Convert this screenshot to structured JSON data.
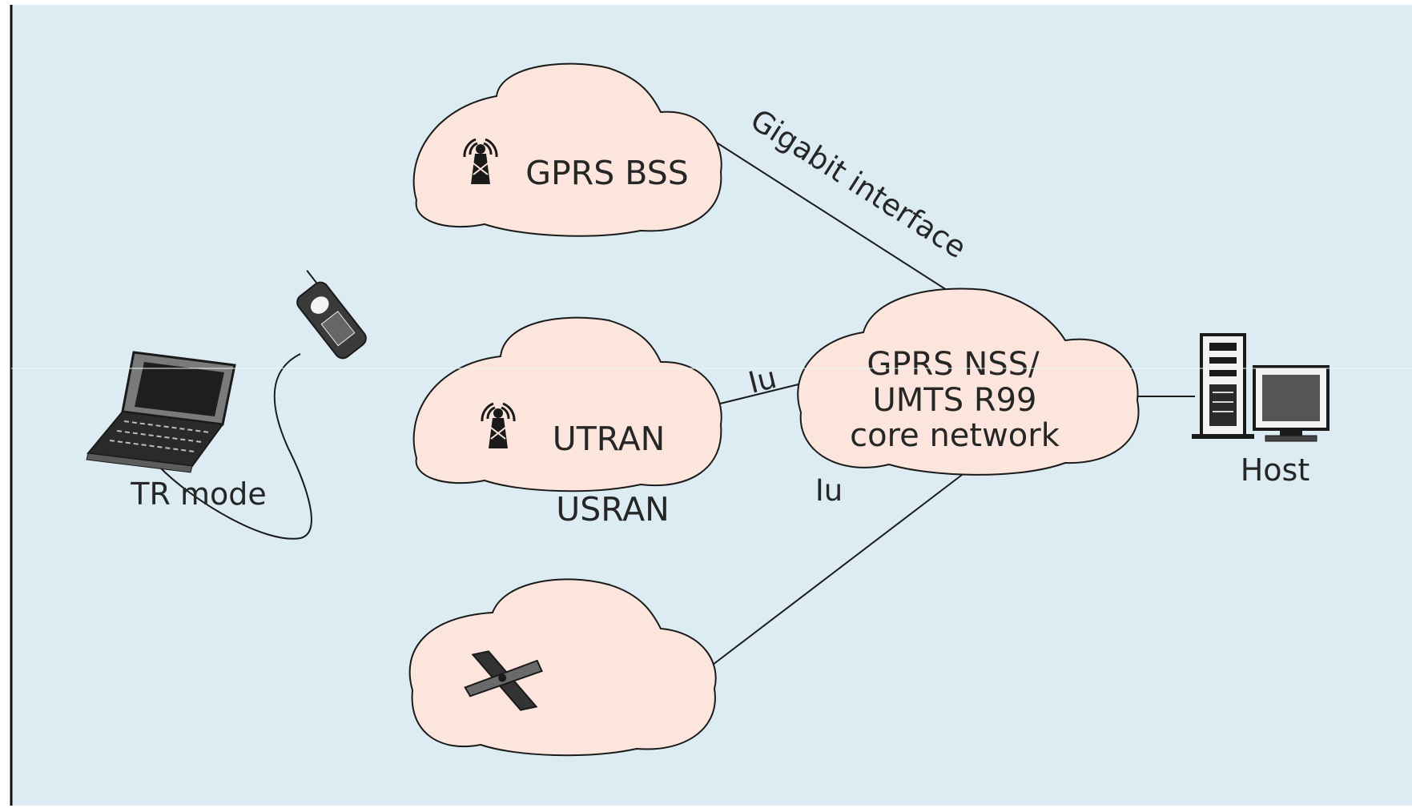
{
  "colors": {
    "background": "#ddecf3",
    "cloud_fill": "#fbe5dc",
    "outline": "#1a1a1a",
    "text": "#262626",
    "frame": "#111111"
  },
  "clouds": {
    "gprs_bss": {
      "label": "GPRS BSS",
      "icon": "antenna-tower-icon"
    },
    "utran": {
      "label": "UTRAN",
      "caption": "USRAN",
      "icon": "antenna-tower-icon"
    },
    "core": {
      "line1": "GPRS NSS/",
      "line2": "UMTS R99",
      "line3": "core network"
    },
    "satellite": {
      "icon": "satellite-icon"
    }
  },
  "links": {
    "gigabit": "Gigabit interface",
    "iu_utran": "Iu",
    "iu_satellite": "Iu"
  },
  "devices": {
    "laptop": {
      "label": "TR mode",
      "icon": "laptop-icon"
    },
    "phone": {
      "icon": "mobile-phone-icon"
    },
    "host": {
      "label": "Host",
      "icon": "server-tower-icon"
    }
  }
}
